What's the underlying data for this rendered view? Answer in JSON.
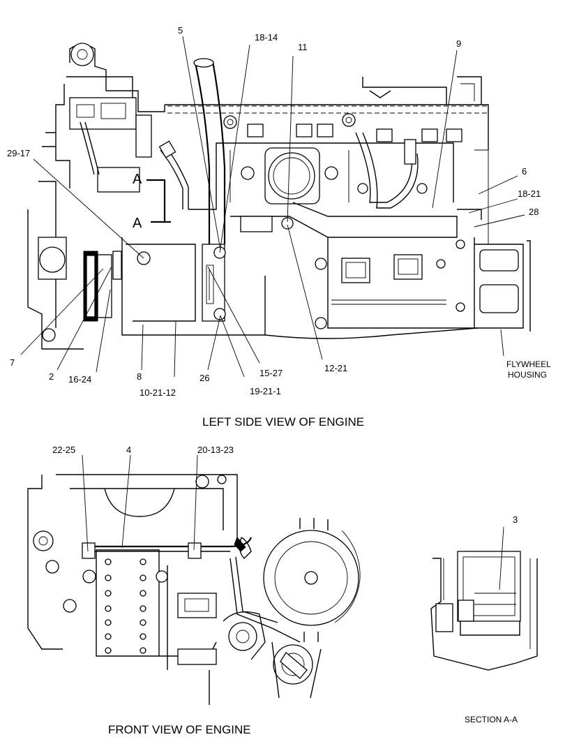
{
  "views": {
    "left_title": "LEFT SIDE VIEW OF ENGINE",
    "front_title": "FRONT VIEW OF ENGINE",
    "section_title": "SECTION A-A",
    "flywheel_line1": "FLYWHEEL",
    "flywheel_line2": "HOUSING",
    "section_marker": "A"
  },
  "callouts": {
    "c5": "5",
    "c18_14": "18-14",
    "c11": "11",
    "c9": "9",
    "c29_17": "29-17",
    "c6": "6",
    "c18_21": "18-21",
    "c28": "28",
    "c7": "7",
    "c2": "2",
    "c16_24": "16-24",
    "c8": "8",
    "c10_21_12": "10-21-12",
    "c26": "26",
    "c19_21_1": "19-21-1",
    "c15_27": "15-27",
    "c12_21": "12-21",
    "c22_25": "22-25",
    "c4": "4",
    "c20_13_23": "20-13-23",
    "c3": "3"
  }
}
